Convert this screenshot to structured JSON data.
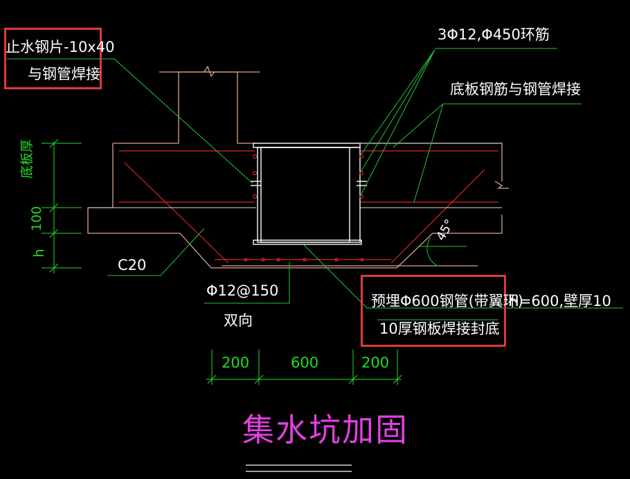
{
  "labels": {
    "stop_plate_line1": "止水钢片-10x40",
    "stop_plate_line2": "与钢管焊接",
    "ring_rebar": "3Φ12,Φ450环筋",
    "slab_rebar_weld": "底板钢筋与钢管焊接",
    "slab_thickness": "底板厚",
    "dim_100": "100",
    "dim_h": "h",
    "concrete_grade": "C20",
    "bottom_rebar_line1": "Φ12@150",
    "bottom_rebar_line2": "双向",
    "angle": "45°",
    "pipe_line1_boxed": "预埋Φ600钢管(带翼环)",
    "pipe_line1_rest": "H=600,壁厚10",
    "pipe_line2": "10厚钢板焊接封底",
    "dim_left": "200",
    "dim_mid": "600",
    "dim_right": "200",
    "title": "集水坑加固"
  },
  "colors": {
    "background": "#000000",
    "leader_green": "#22c83a",
    "dimension_green": "#22dd22",
    "concrete_outline": "#d9a58c",
    "rebar_red": "#e02424",
    "steel_white": "#ffffff",
    "title_magenta": "#e040e0",
    "highlight_box": "#e03a3a",
    "text": "#ffffff"
  }
}
